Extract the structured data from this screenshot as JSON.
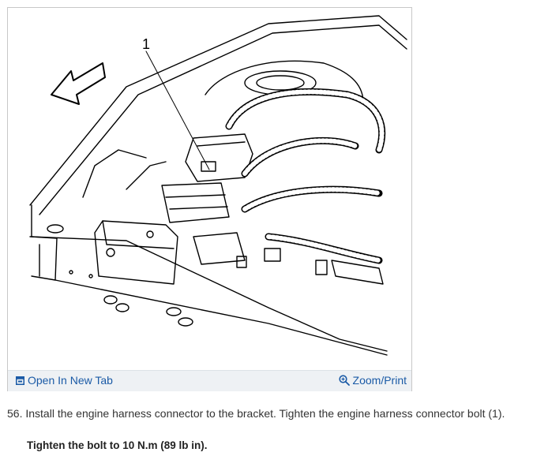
{
  "figure": {
    "callout_label": "1",
    "toolbar": {
      "open_new_tab_label": "Open In New Tab",
      "zoom_print_label": "Zoom/Print"
    },
    "icons": {
      "open_tab": "open-tab-icon",
      "zoom": "magnifier-icon",
      "arrow": "direction-arrow-icon"
    },
    "colors": {
      "link": "#1a5aa6",
      "toolbar_bg": "#eef1f4",
      "border": "#c8c8c8"
    }
  },
  "instructions": {
    "step": "56. Install the engine harness connector to the bracket. Tighten the engine harness connector bolt (1).",
    "spec": "Tighten the bolt to 10 N.m (89 lb in)."
  }
}
